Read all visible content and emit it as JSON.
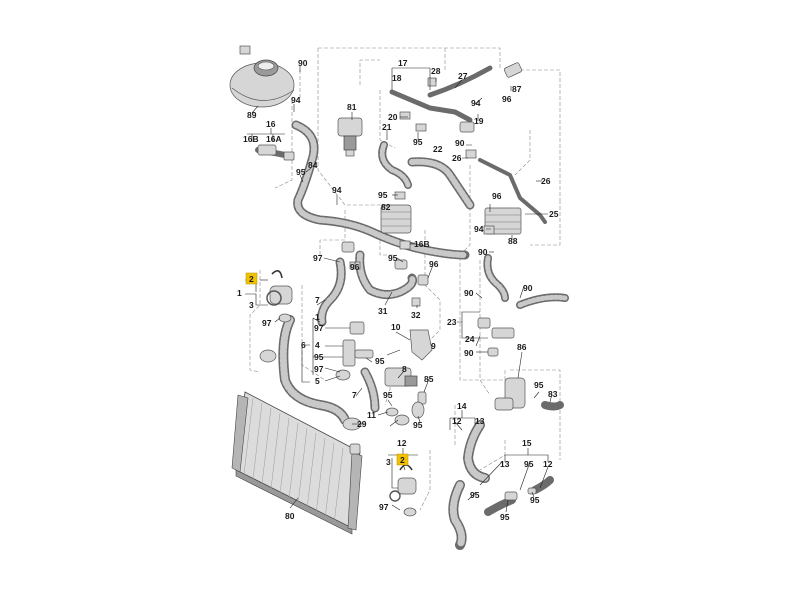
{
  "diagram": {
    "highlight_color": "#f2c200",
    "callouts": [
      {
        "id": "c90a",
        "text": "90"
      },
      {
        "id": "c89",
        "text": "89"
      },
      {
        "id": "c94a",
        "text": "94"
      },
      {
        "id": "c16",
        "text": "16"
      },
      {
        "id": "c16b",
        "text": "16B"
      },
      {
        "id": "c16a",
        "text": "16A"
      },
      {
        "id": "c84",
        "text": "84"
      },
      {
        "id": "c95a",
        "text": "95"
      },
      {
        "id": "c94b",
        "text": "94"
      },
      {
        "id": "c81",
        "text": "81"
      },
      {
        "id": "c17",
        "text": "17"
      },
      {
        "id": "c18",
        "text": "18"
      },
      {
        "id": "c28",
        "text": "28"
      },
      {
        "id": "c27",
        "text": "27"
      },
      {
        "id": "c87",
        "text": "87"
      },
      {
        "id": "c96a",
        "text": "96"
      },
      {
        "id": "c94c",
        "text": "94"
      },
      {
        "id": "c20",
        "text": "20"
      },
      {
        "id": "c19",
        "text": "19"
      },
      {
        "id": "c21",
        "text": "21"
      },
      {
        "id": "c95b",
        "text": "95"
      },
      {
        "id": "c90b",
        "text": "90"
      },
      {
        "id": "c22",
        "text": "22"
      },
      {
        "id": "c26a",
        "text": "26"
      },
      {
        "id": "c26b",
        "text": "26"
      },
      {
        "id": "c95c",
        "text": "95"
      },
      {
        "id": "c82",
        "text": "82"
      },
      {
        "id": "c96b",
        "text": "96"
      },
      {
        "id": "c25",
        "text": "25"
      },
      {
        "id": "c94d",
        "text": "94"
      },
      {
        "id": "c88",
        "text": "88"
      },
      {
        "id": "c16b2",
        "text": "16B"
      },
      {
        "id": "c90c",
        "text": "90"
      },
      {
        "id": "c97a",
        "text": "97"
      },
      {
        "id": "c96c",
        "text": "96"
      },
      {
        "id": "c95d",
        "text": "95"
      },
      {
        "id": "c96d",
        "text": "96"
      },
      {
        "id": "c2a",
        "text": "2"
      },
      {
        "id": "c1a",
        "text": "1"
      },
      {
        "id": "c3a",
        "text": "3"
      },
      {
        "id": "c97b",
        "text": "97"
      },
      {
        "id": "c7a",
        "text": "7"
      },
      {
        "id": "c31",
        "text": "31"
      },
      {
        "id": "c32",
        "text": "32"
      },
      {
        "id": "c90d",
        "text": "90"
      },
      {
        "id": "c90e",
        "text": "90"
      },
      {
        "id": "c1b",
        "text": "1"
      },
      {
        "id": "c97c",
        "text": "97"
      },
      {
        "id": "c10",
        "text": "10"
      },
      {
        "id": "c23",
        "text": "23"
      },
      {
        "id": "c24",
        "text": "24"
      },
      {
        "id": "c6",
        "text": "6"
      },
      {
        "id": "c4",
        "text": "4"
      },
      {
        "id": "c95e",
        "text": "95"
      },
      {
        "id": "c9",
        "text": "9"
      },
      {
        "id": "c95f",
        "text": "95"
      },
      {
        "id": "c90f",
        "text": "90"
      },
      {
        "id": "c97d",
        "text": "97"
      },
      {
        "id": "c5",
        "text": "5"
      },
      {
        "id": "c7b",
        "text": "7"
      },
      {
        "id": "c8",
        "text": "8"
      },
      {
        "id": "c85",
        "text": "85"
      },
      {
        "id": "c86",
        "text": "86"
      },
      {
        "id": "c95g",
        "text": "95"
      },
      {
        "id": "c83",
        "text": "83"
      },
      {
        "id": "c14",
        "text": "14"
      },
      {
        "id": "c13",
        "text": "13"
      },
      {
        "id": "c12a",
        "text": "12"
      },
      {
        "id": "c95h",
        "text": "95"
      },
      {
        "id": "c11",
        "text": "11"
      },
      {
        "id": "c95i",
        "text": "95"
      },
      {
        "id": "c29",
        "text": "29"
      },
      {
        "id": "c12b",
        "text": "12"
      },
      {
        "id": "c2b",
        "text": "2"
      },
      {
        "id": "c3b",
        "text": "3"
      },
      {
        "id": "c15",
        "text": "15"
      },
      {
        "id": "c13b",
        "text": "13"
      },
      {
        "id": "c95j",
        "text": "95"
      },
      {
        "id": "c12c",
        "text": "12"
      },
      {
        "id": "c95k",
        "text": "95"
      },
      {
        "id": "c95l",
        "text": "95"
      },
      {
        "id": "c97e",
        "text": "97"
      },
      {
        "id": "c80",
        "text": "80"
      },
      {
        "id": "c95m",
        "text": "95"
      }
    ]
  }
}
